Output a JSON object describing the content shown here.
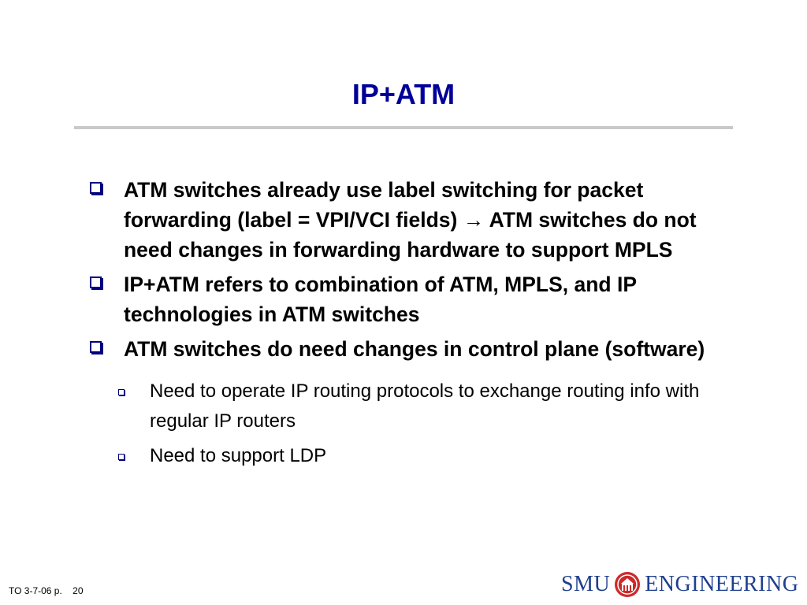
{
  "slide": {
    "title": "IP+ATM",
    "bullets": [
      {
        "text": "ATM switches already use label switching for packet forwarding (label = VPI/VCI fields) → ATM switches do not need changes in forwarding hardware to support MPLS"
      },
      {
        "text": "IP+ATM refers to combination of ATM, MPLS, and IP technologies in ATM switches"
      },
      {
        "text": "ATM switches do need changes in control plane (software)"
      }
    ],
    "subbullets": [
      {
        "text": "Need to operate IP routing protocols to exchange routing info with regular IP routers"
      },
      {
        "text": "Need to support LDP"
      }
    ]
  },
  "footer": {
    "course": "TO 3-7-06 p.",
    "page_number": "20"
  },
  "logo": {
    "left_text": "SMU",
    "right_text": "ENGINEERING",
    "seal_icon": "smu-seal-icon"
  },
  "colors": {
    "title": "#000099",
    "bullet_box": "#000080",
    "rule": "#c9c9c9",
    "logo_text": "#1f3f8f",
    "seal": "#cc2a2a"
  }
}
